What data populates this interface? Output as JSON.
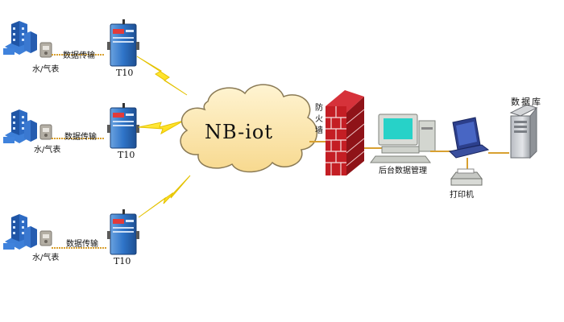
{
  "cloud_label": "NB-iot",
  "meters": [
    {
      "meter_label": "水/气表",
      "link_label": "数据传输",
      "device_label": "T10"
    },
    {
      "meter_label": "水/气表",
      "link_label": "数据传输",
      "device_label": "T10"
    },
    {
      "meter_label": "水/气表",
      "link_label": "数据传输",
      "device_label": "T10"
    }
  ],
  "firewall_label": [
    "防",
    "火",
    "墙"
  ],
  "backend_label": "后台数据管理",
  "printer_label": "打印机",
  "database_label": "数据库",
  "colors": {
    "cloud_fill": "#fce8b8",
    "cloud_stroke": "#8a7a55",
    "lightning": "#ffee00",
    "firewall": "#c41e24",
    "link_line": "#d8a030",
    "building": "#2a66c8",
    "device": "#3a7fd1"
  }
}
